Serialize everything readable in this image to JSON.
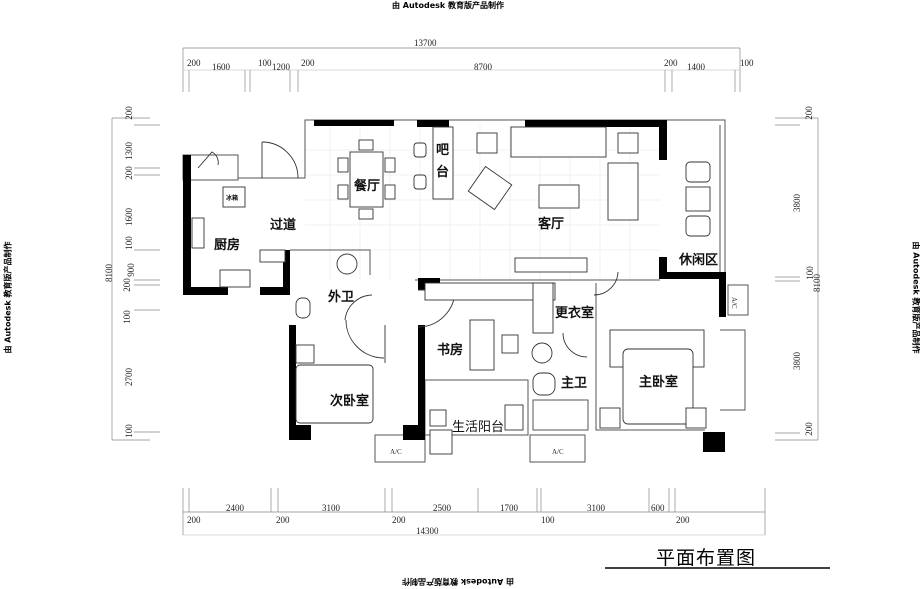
{
  "watermark": "由 Autodesk 教育版产品制作",
  "title": "平面布置图",
  "dimensions": {
    "top_total": "13700",
    "top_segments": [
      "200",
      "1600",
      "100",
      "1200",
      "200",
      "8700",
      "200",
      "1400",
      "100"
    ],
    "bottom_total": "14300",
    "bottom_segments": [
      "2400",
      "3100",
      "2500",
      "1700",
      "3100",
      "600"
    ],
    "bottom_walls": [
      "200",
      "200",
      "200",
      "100",
      "200"
    ],
    "left_total": "8100",
    "left_segments": [
      "200",
      "1300",
      "200",
      "1600",
      "100",
      "900",
      "200",
      "100",
      "100",
      "2700",
      "100"
    ],
    "right_total": "8100",
    "right_segments": [
      "200",
      "3800",
      "100",
      "3800",
      "200"
    ]
  },
  "rooms": {
    "kitchen": "厨房",
    "fridge": "冰箱",
    "corridor": "过道",
    "dining": "餐厅",
    "bar": "吧台",
    "living": "客厅",
    "leisure": "休闲区",
    "guest_bath": "外卫",
    "study": "书房",
    "closet": "更衣室",
    "master_bath": "主卫",
    "master_bedroom": "主卧室",
    "second_bedroom": "次卧室",
    "utility_balcony": "生活阳台",
    "ac": "A/C"
  }
}
